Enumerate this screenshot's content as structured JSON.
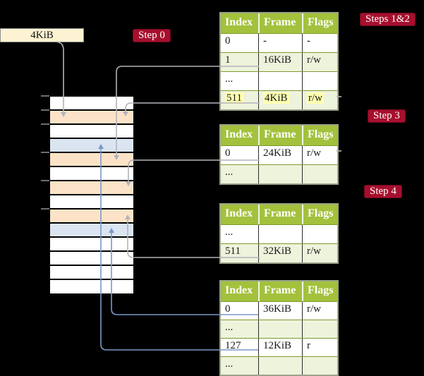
{
  "labels": {
    "frame_size": "4KiB"
  },
  "badges": {
    "step0": "Step 0",
    "steps12": "Steps 1&2",
    "step3": "Step 3",
    "step4": "Step 4"
  },
  "colors": {
    "background": "#000000",
    "badge_red": "#a60f2d",
    "table_header_green": "#a3c13c",
    "table_row_green": "#eef3dc",
    "frame_pagetable_orange": "#fce3c7",
    "frame_mapped_blue": "#dbe5f1",
    "highlight_yellow": "#feffb0",
    "connector_gray": "#b3b3bb",
    "connector_blue": "#7b98c8"
  },
  "memory": {
    "rows": [
      {
        "kind": "empty"
      },
      {
        "kind": "pagetable"
      },
      {
        "kind": "empty"
      },
      {
        "kind": "mapped"
      },
      {
        "kind": "pagetable"
      },
      {
        "kind": "empty"
      },
      {
        "kind": "pagetable"
      },
      {
        "kind": "empty"
      },
      {
        "kind": "pagetable"
      },
      {
        "kind": "mapped"
      },
      {
        "kind": "empty"
      },
      {
        "kind": "empty"
      },
      {
        "kind": "empty"
      },
      {
        "kind": "empty"
      }
    ]
  },
  "tables": [
    {
      "headers": [
        "Index",
        "Frame",
        "Flags"
      ],
      "rows": [
        {
          "cells": [
            "0",
            "-",
            "-"
          ]
        },
        {
          "cells": [
            "1",
            "16KiB",
            "r/w"
          ]
        },
        {
          "cells": [
            "...",
            "",
            ""
          ]
        },
        {
          "cells": [
            "511",
            "4KiB",
            "r/w"
          ]
        }
      ]
    },
    {
      "headers": [
        "Index",
        "Frame",
        "Flags"
      ],
      "rows": [
        {
          "cells": [
            "0",
            "24KiB",
            "r/w"
          ]
        },
        {
          "cells": [
            "...",
            "",
            ""
          ]
        }
      ]
    },
    {
      "headers": [
        "Index",
        "Frame",
        "Flags"
      ],
      "rows": [
        {
          "cells": [
            "...",
            "",
            ""
          ]
        },
        {
          "cells": [
            "511",
            "32KiB",
            "r/w"
          ]
        }
      ]
    },
    {
      "headers": [
        "Index",
        "Frame",
        "Flags"
      ],
      "rows": [
        {
          "cells": [
            "0",
            "36KiB",
            "r/w"
          ]
        },
        {
          "cells": [
            "...",
            "",
            ""
          ]
        },
        {
          "cells": [
            "127",
            "12KiB",
            "r"
          ]
        },
        {
          "cells": [
            "...",
            "",
            ""
          ]
        }
      ]
    }
  ]
}
